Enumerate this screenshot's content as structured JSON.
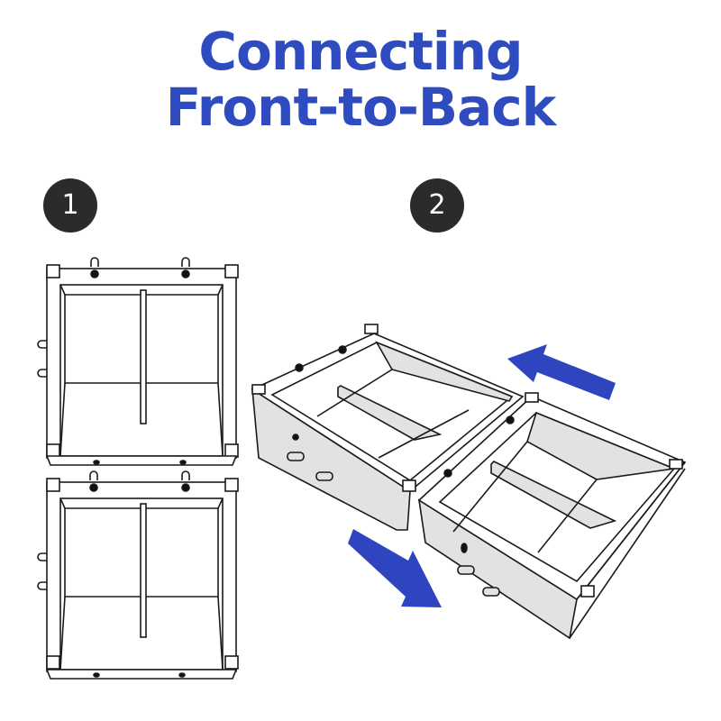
{
  "title": {
    "line1": "Connecting",
    "line2": "Front-to-Back"
  },
  "steps": [
    {
      "number": "1"
    },
    {
      "number": "2"
    }
  ],
  "colors": {
    "title": "#2e4bbf",
    "arrow": "#2f45c0",
    "badge": "#2b2b2b",
    "panel": "#e2e2e2",
    "line": "#1a1a1a"
  }
}
